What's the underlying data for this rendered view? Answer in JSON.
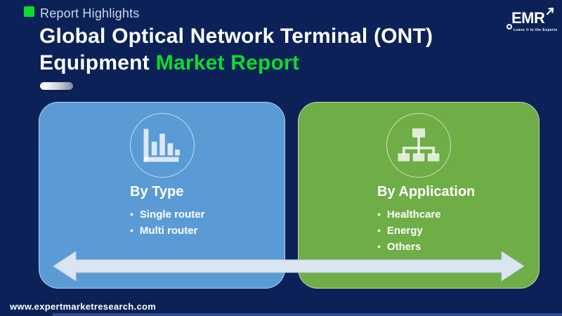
{
  "theme": {
    "background": "#0b2157",
    "accent_green": "#0bdc2e",
    "card_blue": "#5b9bd5",
    "card_green": "#6fad47",
    "arrow_fill": "#dbe5f1",
    "eyebrow_color": "#ccd7ea"
  },
  "ui": {
    "bullet": "•"
  },
  "header": {
    "eyebrow": "Report Highlights",
    "title_line1": "Global Optical Network Terminal (ONT)",
    "title_line2_white": "Equipment",
    "title_line2_accent": "Market Report"
  },
  "logo": {
    "wordmark": "EMR",
    "tagline": "Leave it to the Experts"
  },
  "cards": [
    {
      "heading": "By Type",
      "icon": "bar-chart-icon",
      "items": [
        "Single router",
        "Multi router"
      ]
    },
    {
      "heading": "By Application",
      "icon": "hierarchy-icon",
      "items": [
        "Healthcare",
        "Energy",
        "Others"
      ]
    }
  ],
  "footer": {
    "website": "www.expertmarketresearch.com"
  }
}
